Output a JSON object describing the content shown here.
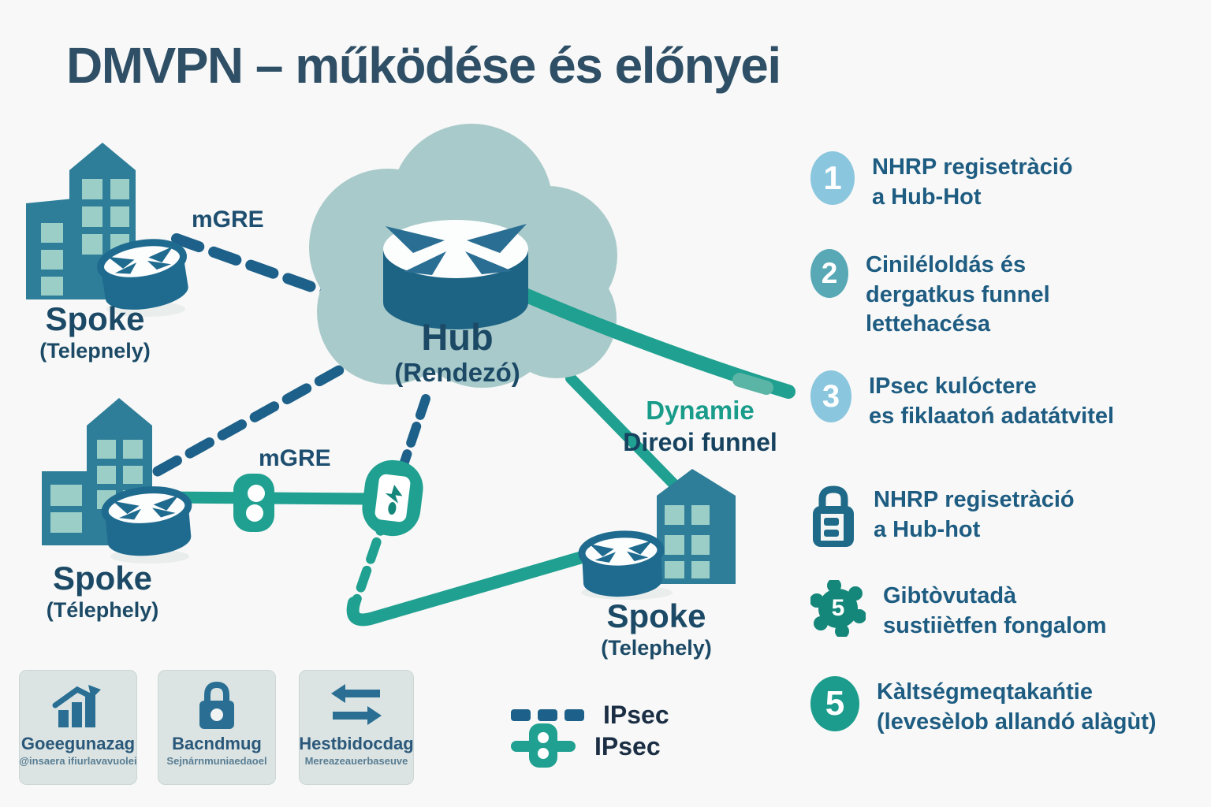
{
  "title": "DMVPN – működése és előnyei",
  "colors": {
    "background": "#f7f8f7",
    "title_navy": "#2f4f66",
    "text_navy": "#1e5c82",
    "teal_line": "#1fa090",
    "teal_dark": "#15867a",
    "dash_blue": "#1d608a",
    "cloud": "#a9caca",
    "building": "#2e7d99",
    "window": "#9bcec7",
    "badge_lightblue": "#8ac6de",
    "badge_teal": "#59a8b6",
    "badge_green": "#1b9c8c",
    "lock_badge": "#1e6a88",
    "legend_text": "#1b2e44",
    "card_bg": "#dce4e3"
  },
  "diagram": {
    "hub_title": "Hub",
    "hub_subtitle": "(Rendezó)",
    "spoke1_title": "Spoke",
    "spoke1_subtitle": "(Telepnely)",
    "spoke2_title": "Spoke",
    "spoke2_subtitle": "(Télephely)",
    "spoke3_title": "Spoke",
    "spoke3_subtitle": "(Telephely)",
    "mgre_label_top": "mGRE",
    "mgre_label_bottom": "mGRE",
    "dynamic_line1": "Dynamie",
    "dynamic_line2": "Direoi funnel"
  },
  "benefits": [
    {
      "badge": "1",
      "bold": "NHRP",
      "rest": " regisetràció",
      "line2": "a Hub-Hot",
      "line3": ""
    },
    {
      "badge": "2",
      "bold": "",
      "rest": "Ciniléloldás és",
      "line2": "dergatkus funnel",
      "line3": "lettehacésa"
    },
    {
      "badge": "3",
      "bold": "IPsec kulóctere",
      "rest": "",
      "line2": "es fiklaatoń adatátvitel",
      "line3": ""
    },
    {
      "badge": "lock",
      "bold": "NHRP",
      "rest": " regisetràció",
      "line2": "a Hub-hot",
      "line3": ""
    },
    {
      "badge": "5",
      "bold": "Gibtòvutadà",
      "rest": "",
      "line2": "sustiiètfen fongalom",
      "line3": ""
    },
    {
      "badge": "5",
      "bold": "Kàltségmeqtakańtie",
      "rest": "",
      "line2": "(levesèlob allandó alàgùt)",
      "line3": ""
    }
  ],
  "legend": {
    "dashed_label": "IPsec",
    "lock_label": "IPsec"
  },
  "cards": [
    {
      "icon": "bar-chart-growth-icon",
      "title": "Goeegunazag",
      "subtitle": "@insaera ifiurlavavuolei"
    },
    {
      "icon": "padlock-icon",
      "title": "Bacndmug",
      "subtitle": "Sejnárnmuniaedaoel"
    },
    {
      "icon": "transfer-arrows-icon",
      "title": "Hestbidocdag",
      "subtitle": "Mereazeauerbaseuve"
    }
  ]
}
